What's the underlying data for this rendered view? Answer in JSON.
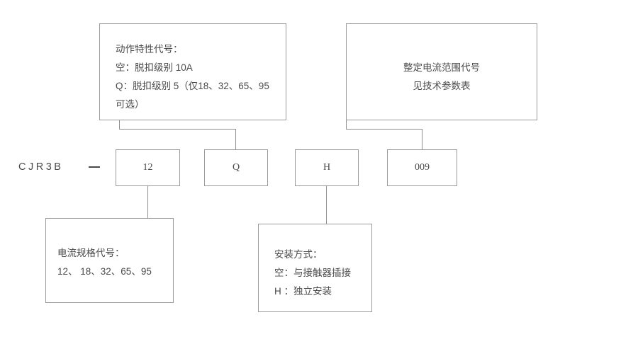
{
  "diagram": {
    "type": "model-code-breakdown",
    "model_prefix": "CJR3B",
    "separator": "—",
    "code_segments": [
      {
        "id": "current-rating",
        "value": "12"
      },
      {
        "id": "action-characteristic",
        "value": "Q"
      },
      {
        "id": "mounting-type",
        "value": "H"
      },
      {
        "id": "setting-current-range",
        "value": "009"
      }
    ],
    "notes": {
      "action_characteristic": {
        "lines": [
          "动作特性代号：",
          "空：脱扣级别 10A",
          "Q：脱扣级别 5（仅18、32、65、95",
          "可选）"
        ]
      },
      "setting_current_range": {
        "lines": [
          "整定电流范围代号",
          "见技术参数表"
        ]
      },
      "current_rating": {
        "lines": [
          "电流规格代号：",
          "12、 18、32、65、95"
        ]
      },
      "mounting_type": {
        "lines": [
          "安装方式：",
          "空：与接触器插接",
          "H ：独立安装"
        ]
      }
    },
    "colors": {
      "border": "#9a9a9a",
      "text": "#4a4a4a",
      "connector": "#8f8f8f",
      "background": "#ffffff"
    }
  }
}
